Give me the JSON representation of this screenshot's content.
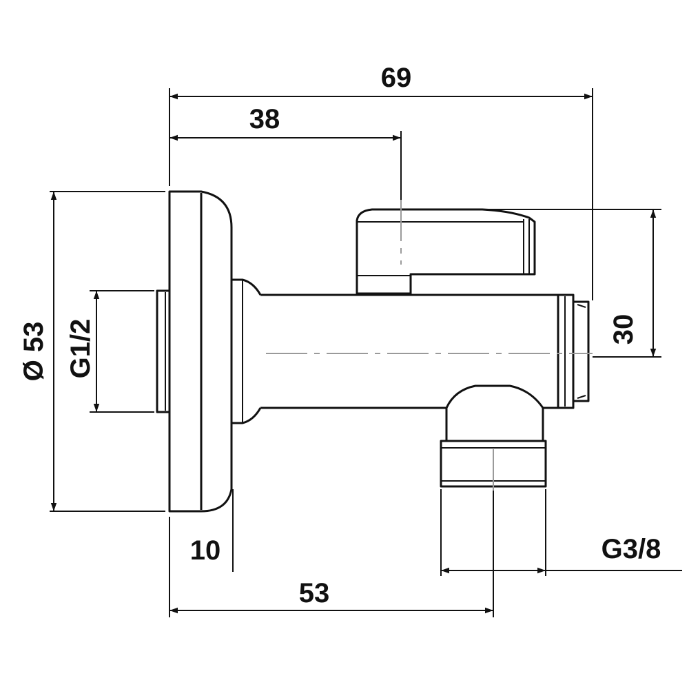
{
  "drawing": {
    "colors": {
      "line": "#111111",
      "centerline": "#9a9a9a",
      "background": "#ffffff"
    },
    "dimensions": {
      "overall_length": "69",
      "handle_position": "38",
      "handle_height": "30",
      "flange_diameter": "Ø 53",
      "inlet_thread": "G1/2",
      "flange_thickness": "10",
      "outlet_position": "53",
      "outlet_thread": "G3/8"
    }
  }
}
